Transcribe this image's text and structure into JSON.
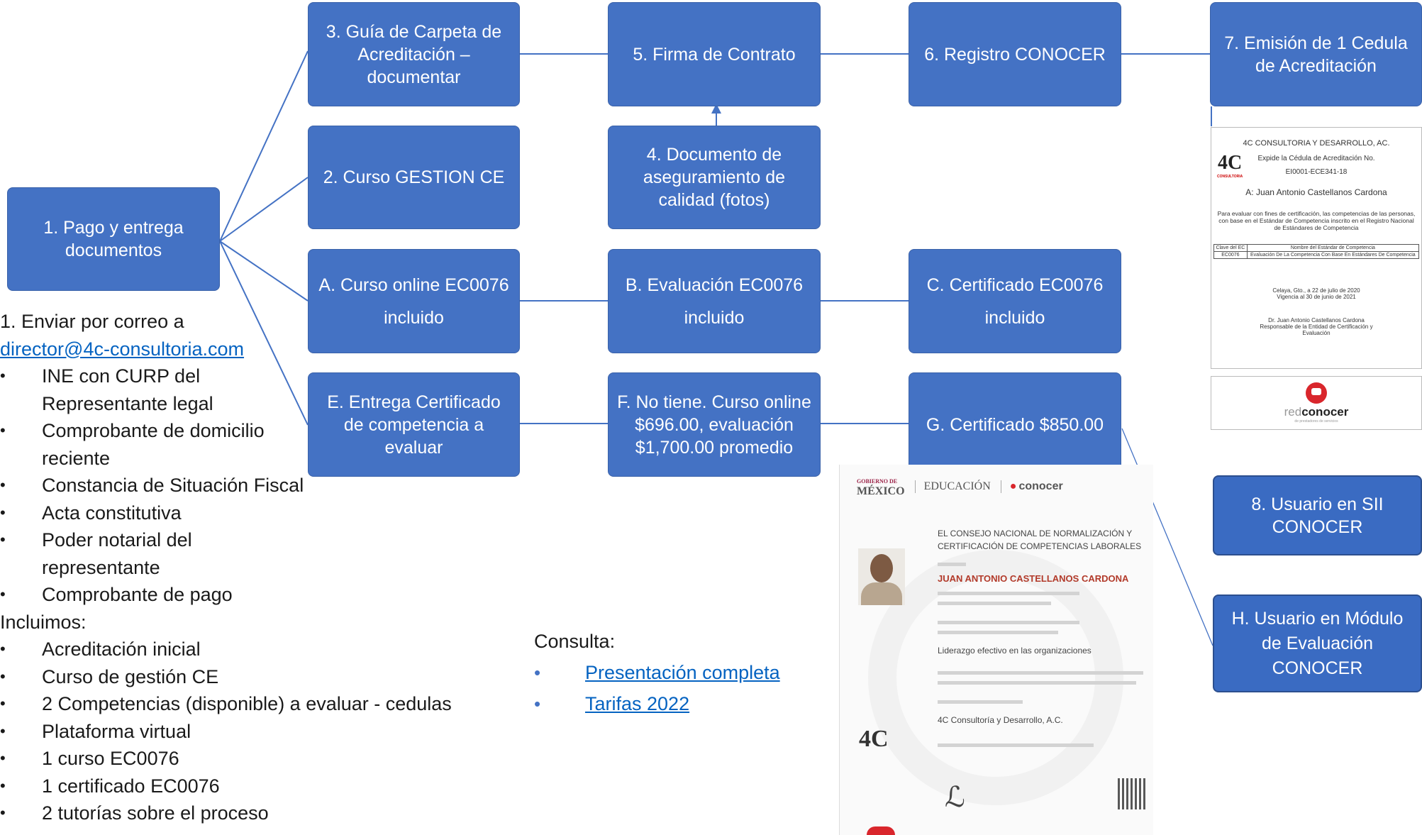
{
  "boxes": {
    "b1": "1. Pago y entrega documentos",
    "b2": "2. Curso GESTION CE",
    "b3": "3. Guía de Carpeta de Acreditación – documentar",
    "b4": "4. Documento de aseguramiento de calidad (fotos)",
    "b5": "5. Firma de Contrato",
    "b6": "6. Registro CONOCER",
    "b7": "7. Emisión de 1 Cedula de Acreditación",
    "b8": "8. Usuario en SII CONOCER",
    "bA": [
      "A. Curso online EC0076",
      "incluido"
    ],
    "bB": [
      "B. Evaluación EC0076",
      "incluido"
    ],
    "bC": [
      "C. Certificado EC0076",
      "incluido"
    ],
    "bE": "E. Entrega Certificado de competencia a evaluar",
    "bF": "F. No tiene. Curso online $696.00, evaluación $1,700.00 promedio",
    "bG": "G. Certificado $850.00",
    "bH": "H. Usuario en Módulo de Evaluación CONOCER"
  },
  "notes": {
    "step": "1.   Enviar por correo a",
    "email": "director@4c-consultoria.com",
    "docs": [
      "INE con CURP del",
      "Representante legal",
      "Comprobante de domicilio",
      "reciente",
      "Constancia de Situación Fiscal",
      "Acta constitutiva",
      "Poder notarial del",
      "representante",
      "Comprobante de pago"
    ],
    "includes_label": "Incluimos:",
    "includes": [
      "Acreditación inicial",
      "Curso de gestión CE",
      "2 Competencias (disponible) a evaluar - cedulas",
      "Plataforma virtual",
      "1 curso EC0076",
      "1 certificado EC0076",
      "2 tutorías sobre el proceso"
    ]
  },
  "consulta": {
    "label": "Consulta:",
    "links": [
      "Presentación completa",
      "Tarifas 2022"
    ]
  },
  "cedula": {
    "org": "4C CONSULTORIA Y DESARROLLO, AC.",
    "expide": "Expide la Cédula de Acreditación No.",
    "numero": "EI0001-ECE341-18",
    "a": "A: Juan Antonio Castellanos Cardona",
    "texto": "Para evaluar con fines de certificación, las competencias de las personas, con base en el Estándar de Competencia inscrito en el Registro Nacional de Estándares de Competencia",
    "th1": "Clave del EC",
    "th2": "Nombre del Estándar de Competencia",
    "td1": "EC0076",
    "td2": "Evaluación De La Competencia Con Base En Estándares De Competencia",
    "fecha": "Celaya, Gto., a 22 de julio de 2020",
    "vigencia": "Vigencia al 30 de junio de 2021",
    "firmante": "Dr. Juan Antonio Castellanos Cardona",
    "cargo": "Responsable de la Entidad de Certificación y Evaluación",
    "logo": "4C",
    "logo_sub": "CONSULTORIA"
  },
  "redconocer": {
    "red": "red",
    "conocer": "conocer",
    "sub": "de prestadores de servicios"
  },
  "certificado": {
    "gobierno_top": "GOBIERNO DE",
    "gobierno": "MÉXICO",
    "educacion": "EDUCACIÓN",
    "conocer": "conocer",
    "consejo": "EL CONSEJO NACIONAL DE NORMALIZACIÓN Y CERTIFICACIÓN DE COMPETENCIAS LABORALES",
    "nombre": "JUAN ANTONIO CASTELLANOS CARDONA",
    "liderazgo": "Liderazgo efectivo en las organizaciones",
    "entidad": "4C Consultoría y Desarrollo, A.C.",
    "logo": "4C"
  },
  "colors": {
    "box": "#4472c4",
    "line": "#4472c4",
    "link": "#0563c1"
  }
}
